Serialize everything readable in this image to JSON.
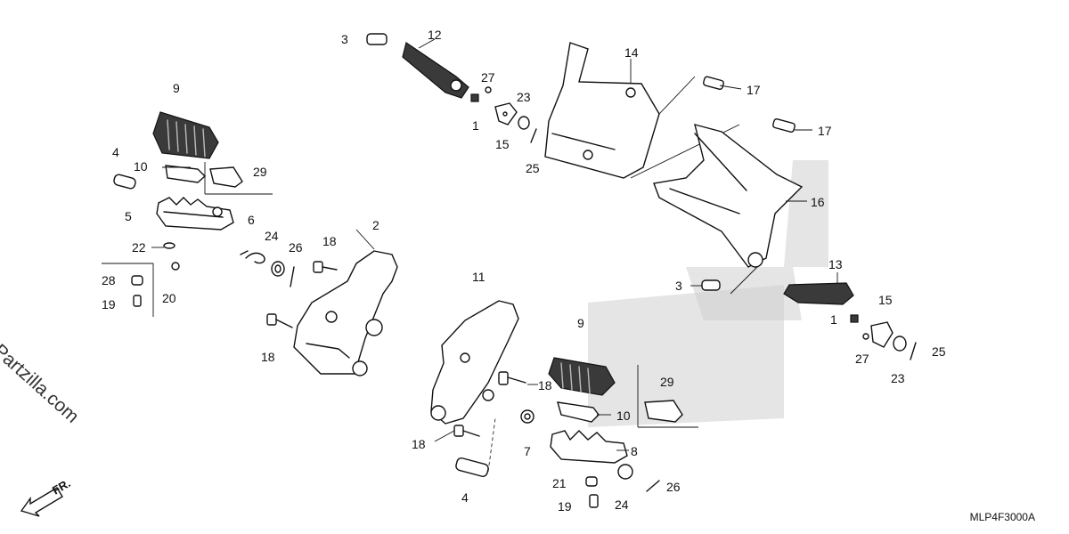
{
  "watermark": "©Partzilla.com",
  "diagram_code": "MLP4F3000A",
  "direction_label": "FR.",
  "callouts": {
    "c3a": "3",
    "c12": "12",
    "c27a": "27",
    "c1a": "1",
    "c23a": "23",
    "c15a": "15",
    "c25a": "25",
    "c14": "14",
    "c17a": "17",
    "c17b": "17",
    "c9a": "9",
    "c4a": "4",
    "c10a": "10",
    "c29a": "29",
    "c5": "5",
    "c6": "6",
    "c22": "22",
    "c24a": "24",
    "c26a": "26",
    "c18a": "18",
    "c2": "2",
    "c28": "28",
    "c20": "20",
    "c19a": "19",
    "c18b": "18",
    "c11": "11",
    "c16": "16",
    "c13": "13",
    "c3b": "3",
    "c15b": "15",
    "c1b": "1",
    "c9b": "9",
    "c27b": "27",
    "c25b": "25",
    "c23b": "23",
    "c29b": "29",
    "c18c": "18",
    "c10b": "10",
    "c18d": "18",
    "c7": "7",
    "c8": "8",
    "c4b": "4",
    "c21": "21",
    "c26b": "26",
    "c19b": "19",
    "c24b": "24"
  }
}
